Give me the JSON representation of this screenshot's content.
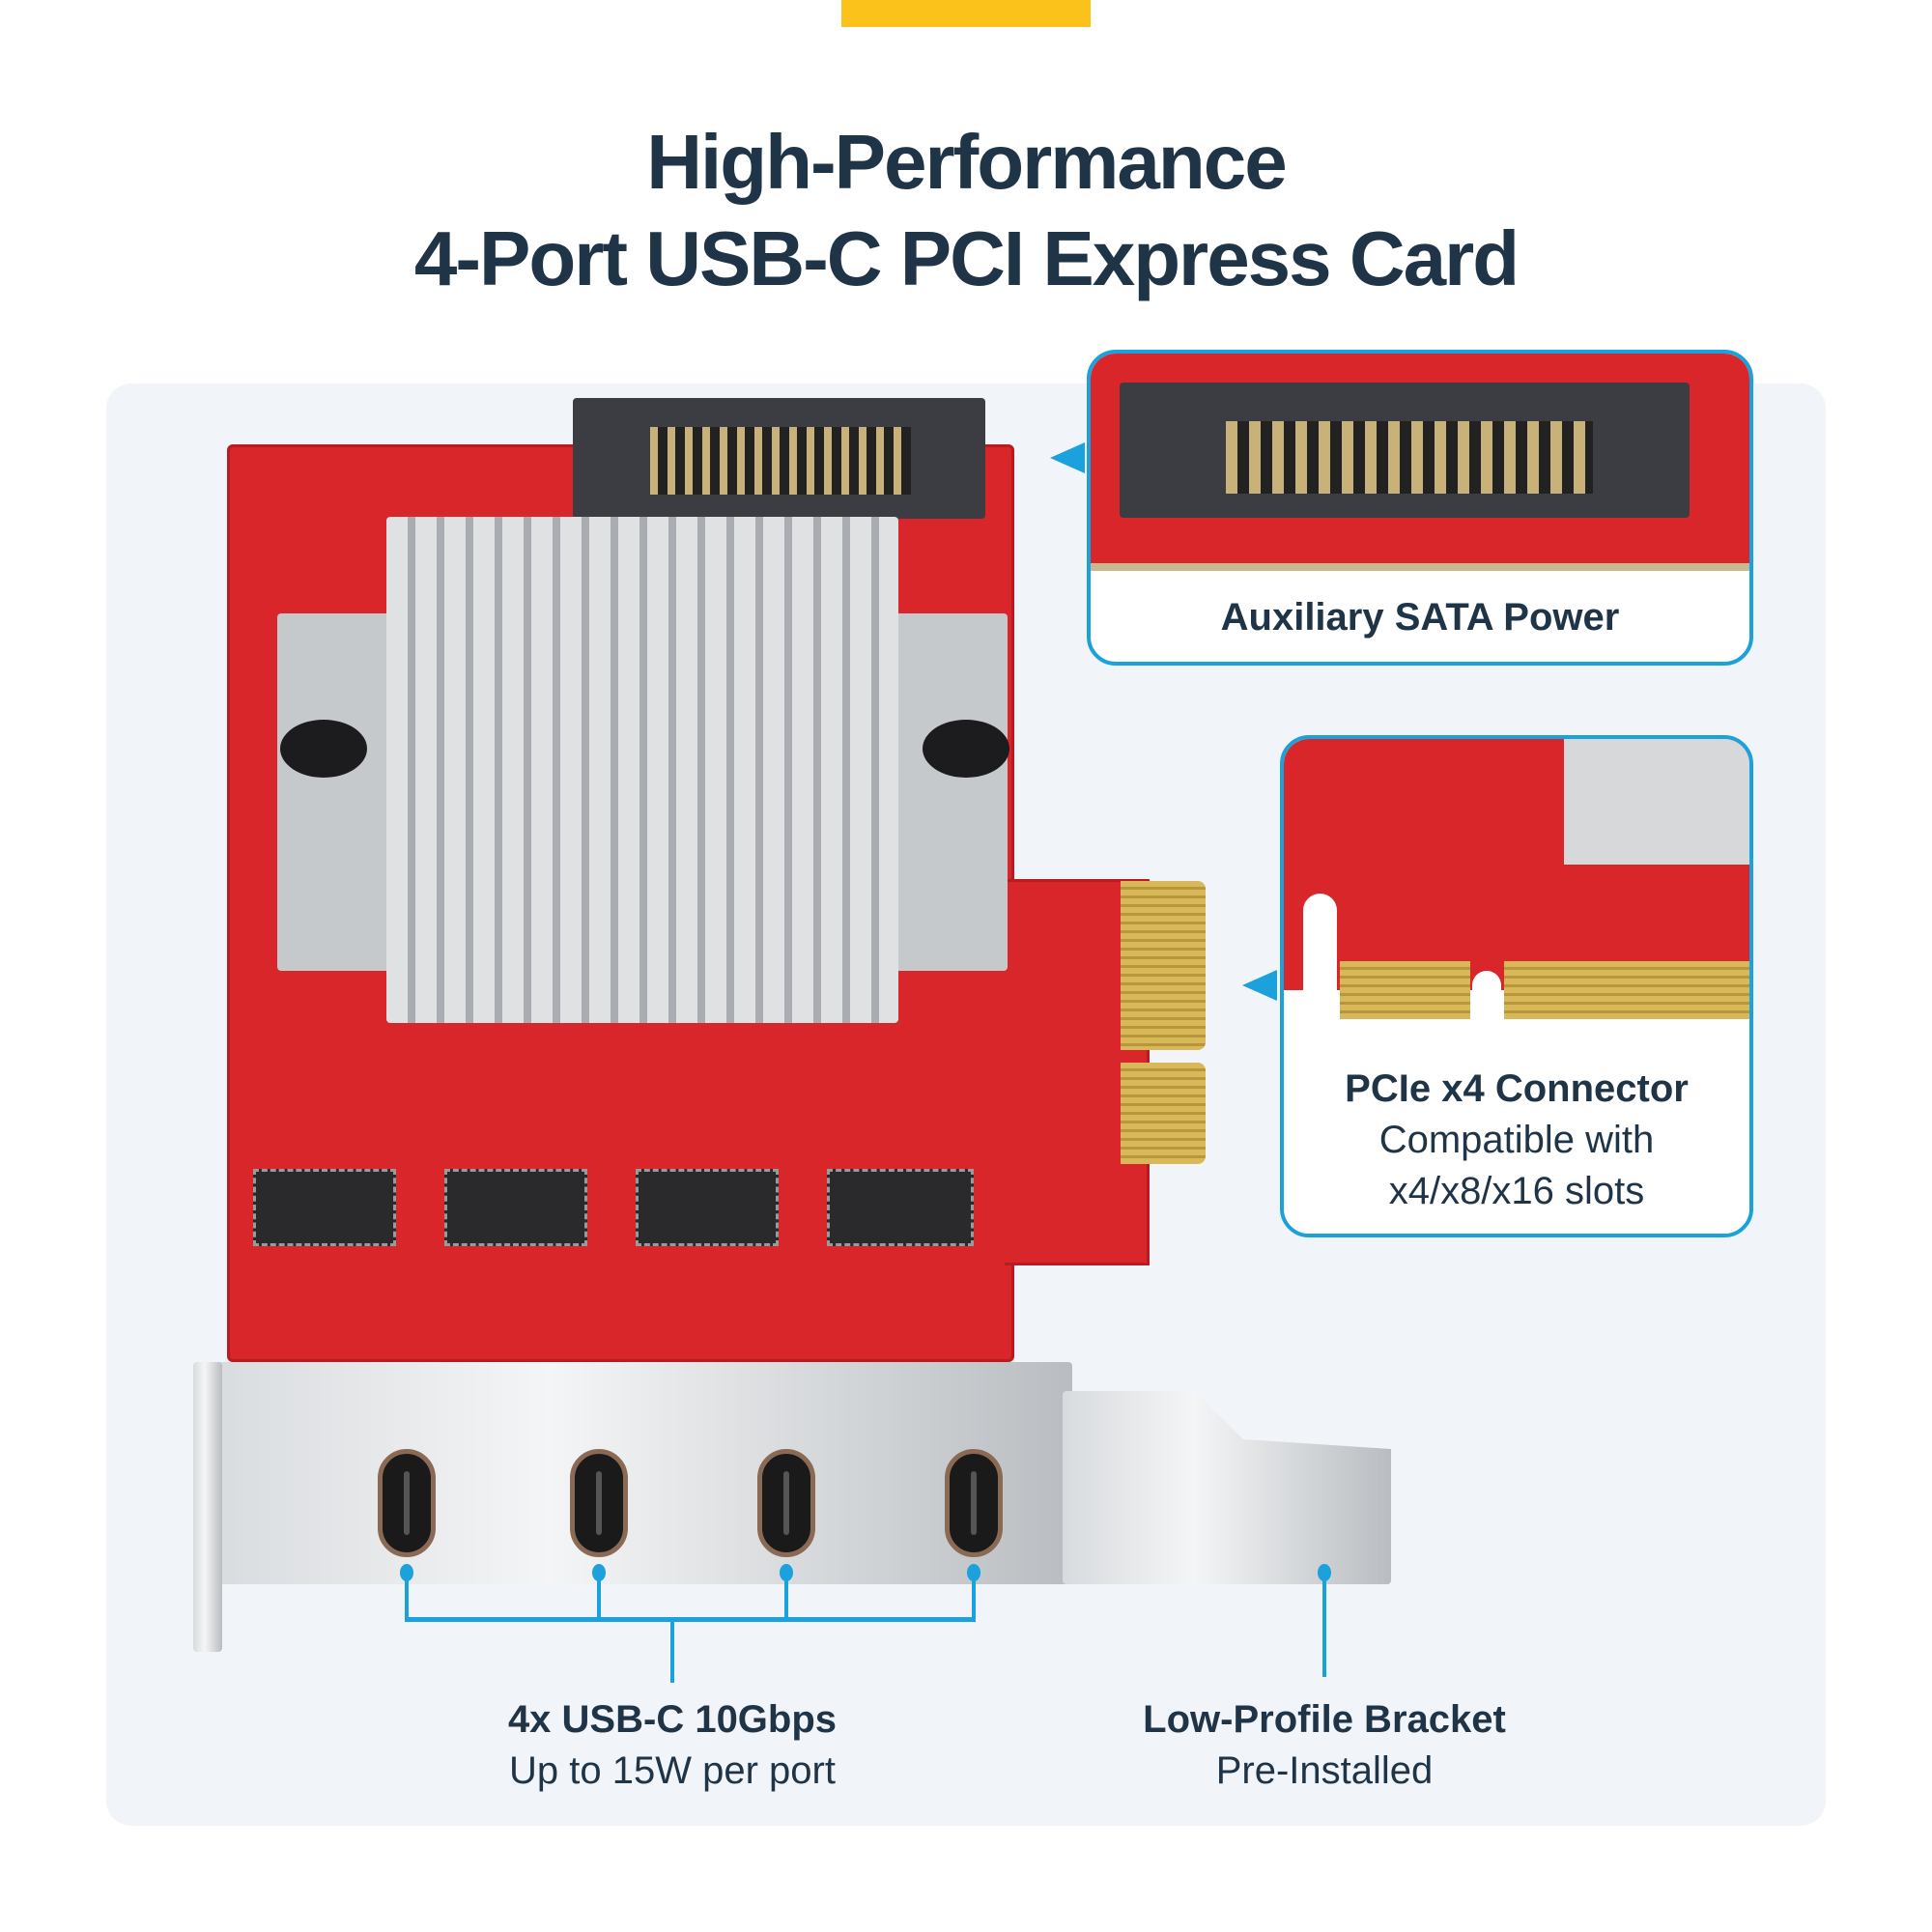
{
  "accent_colors": {
    "top_bar": "#fbc21b",
    "callout": "#1ba1dc",
    "text": "#1f3447",
    "panel": "#f1f4f8"
  },
  "title": {
    "line1": "High-Performance",
    "line2": "4-Port USB-C PCI Express Card"
  },
  "callouts": [
    {
      "title": "Auxiliary SATA Power"
    },
    {
      "title": "PCIe x4 Connector",
      "line2": "Compatible with",
      "line3": "x4/x8/x16 slots"
    }
  ],
  "labels": {
    "ports": {
      "title": "4x USB-C 10Gbps",
      "subtitle": "Up to 15W per port"
    },
    "bracket": {
      "title": "Low-Profile Bracket",
      "subtitle": "Pre-Installed"
    }
  }
}
